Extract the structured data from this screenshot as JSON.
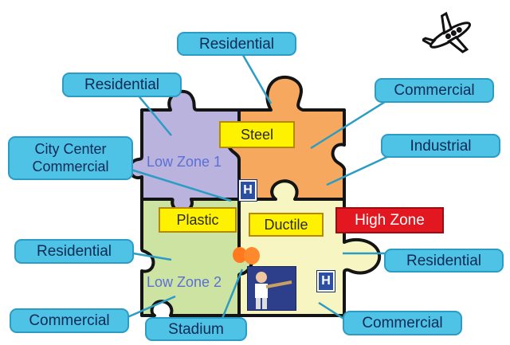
{
  "callouts": {
    "residential_top": "Residential",
    "residential_upper_left": "Residential",
    "city_center_line1": "City Center",
    "city_center_line2": "Commercial",
    "commercial_right_top": "Commercial",
    "industrial": "Industrial",
    "residential_mid_left": "Residential",
    "residential_mid_right": "Residential",
    "commercial_bottom_left": "Commercial",
    "stadium": "Stadium",
    "commercial_bottom_right": "Commercial"
  },
  "zones": {
    "steel": "Steel",
    "plastic": "Plastic",
    "ductile": "Ductile",
    "high_zone": "High Zone",
    "low_zone_1": "Low Zone 1",
    "low_zone_2": "Low Zone 2",
    "hydrant_label": "H"
  },
  "colors": {
    "piece_purple": "#b9b3de",
    "piece_orange": "#f7a85f",
    "piece_green": "#cde3a2",
    "piece_cream": "#f7f5c2",
    "callout_fill": "#4fc3e6",
    "zone_label_fill": "#fff200",
    "high_zone_fill": "#e3171f",
    "hydrant_fill": "#2c4fa2"
  },
  "icons": [
    "airplane-icon",
    "baseball-player-icon",
    "balloon-icon"
  ]
}
